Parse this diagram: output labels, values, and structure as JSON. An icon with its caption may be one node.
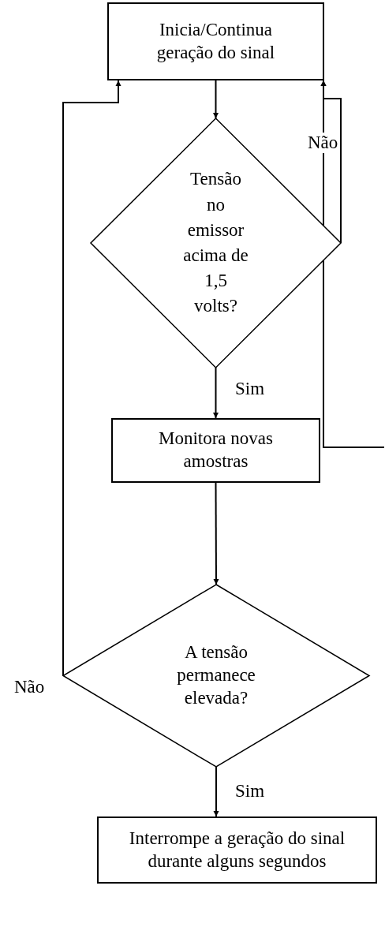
{
  "diagram": {
    "nodes": [
      {
        "text": [
          "Inicia/Continua geração do sinal"
        ]
      },
      {
        "text": [
          "Tensão no emissor acima de 1,5 volts?"
        ]
      },
      {
        "text": [
          "Monitora novas amostras"
        ]
      },
      {
        "text": [
          "A tensão permanece elevada?"
        ]
      },
      {
        "text": [
          "Interrompe a geração do sinal durante alguns segundos"
        ]
      }
    ],
    "edges": [
      {
        "from": 0,
        "to": 1,
        "arrow": "to"
      },
      {
        "from": 1,
        "to": 2,
        "arrow": "to",
        "label": "Sim"
      },
      {
        "from": 2,
        "to": 3,
        "arrow": "to"
      },
      {
        "from": 3,
        "to": 4,
        "arrow": "to",
        "label": "Sim"
      },
      {
        "from": 3,
        "to": 0,
        "arrow": "to",
        "label": "Não"
      },
      {
        "from": 1,
        "to": 0,
        "arrow": "to",
        "label": "Não"
      },
      {
        "from": null,
        "to": 0,
        "arrow": "to"
      }
    ]
  }
}
